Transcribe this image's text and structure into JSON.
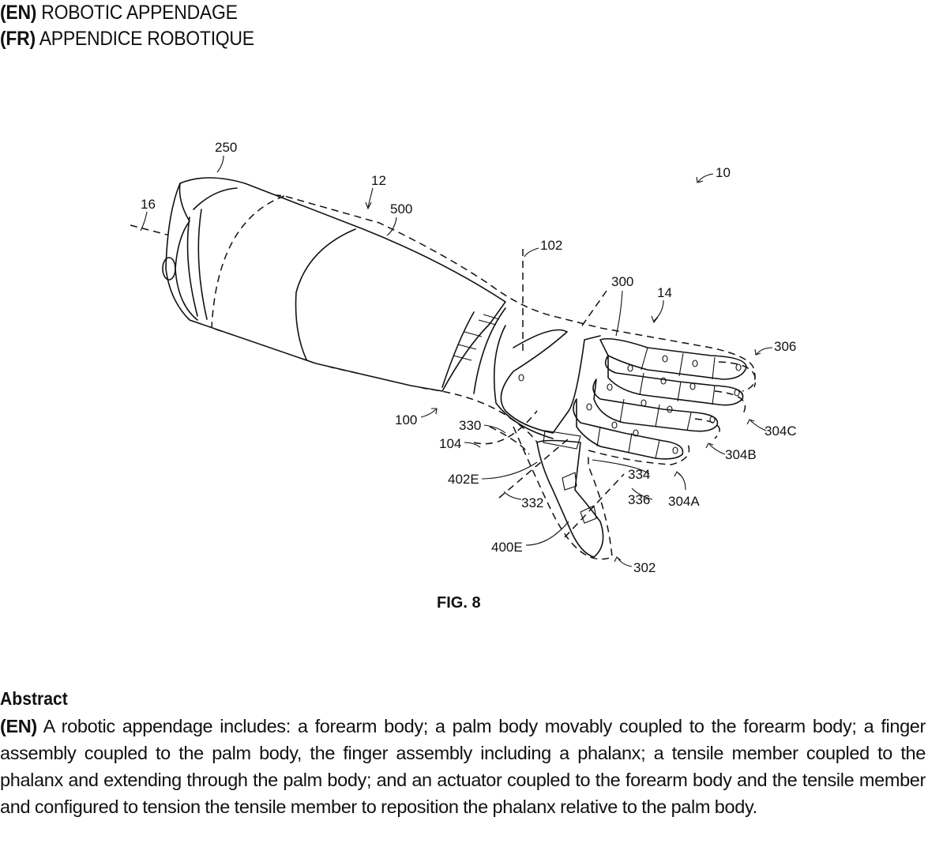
{
  "titles": [
    {
      "lang": "(EN)",
      "text": "ROBOTIC APPENDAGE"
    },
    {
      "lang": "(FR)",
      "text": "APPENDICE ROBOTIQUE"
    }
  ],
  "figure": {
    "caption": "FIG. 8",
    "reference_labels": {
      "r10": "10",
      "r12": "12",
      "r14": "14",
      "r16": "16",
      "r100": "100",
      "r102": "102",
      "r104": "104",
      "r250": "250",
      "r300": "300",
      "r302": "302",
      "r304A": "304A",
      "r304B": "304B",
      "r304C": "304C",
      "r306": "306",
      "r330": "330",
      "r332": "332",
      "r334": "334",
      "r336": "336",
      "r400E": "400E",
      "r402E": "402E",
      "r500": "500"
    }
  },
  "abstract": {
    "heading": "Abstract",
    "lang": "(EN)",
    "text": "A robotic appendage includes: a forearm body; a palm body movably coupled to the forearm body; a finger assembly coupled to the palm body, the finger assembly including a phalanx; a tensile member coupled to the phalanx and extending through the palm body; and an actuator coupled to the forearm body and the tensile member and configured to tension the tensile member to reposition the phalanx relative to the palm body."
  }
}
